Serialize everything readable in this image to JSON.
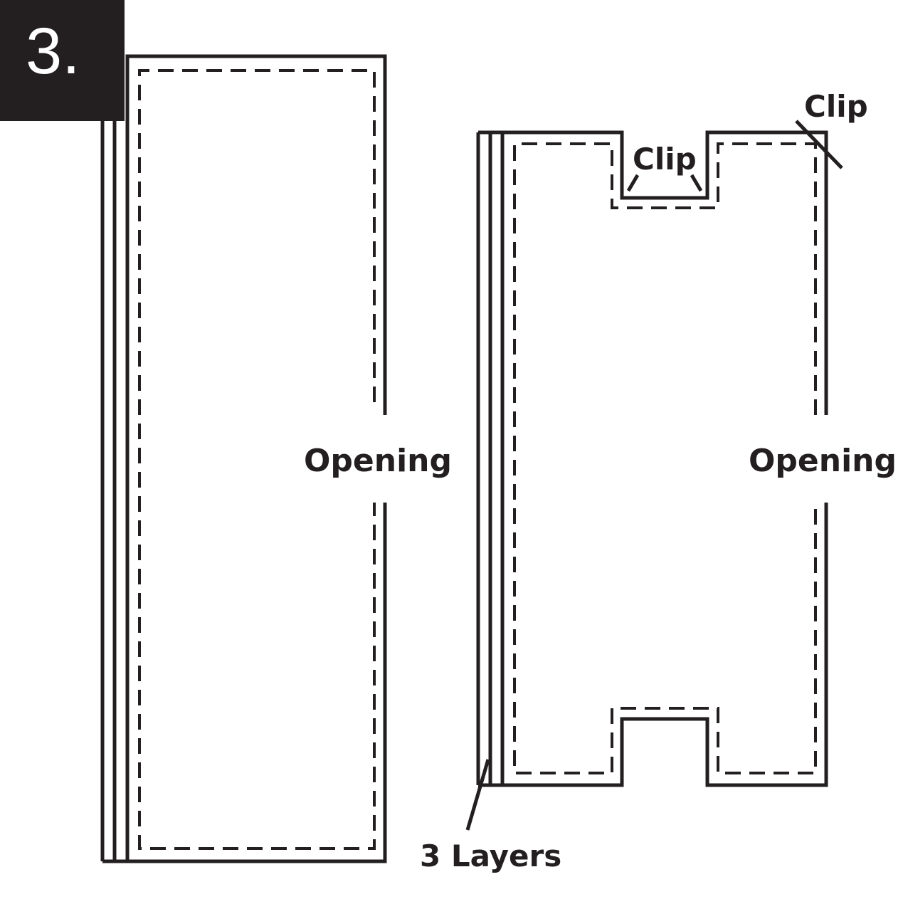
{
  "step": {
    "number": "3."
  },
  "labels": {
    "opening_left": "Opening",
    "opening_right": "Opening",
    "clip_top_right": "Clip",
    "clip_notch": "Clip",
    "layers": "3 Layers"
  }
}
